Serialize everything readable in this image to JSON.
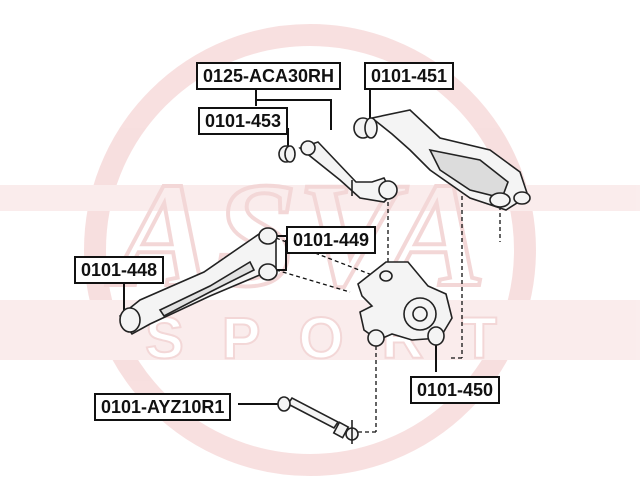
{
  "watermark": {
    "brand": "ASVA",
    "sub": "SPORT",
    "color": "#f2c6c6"
  },
  "colors": {
    "line": "#111111",
    "part_fill": "#f4f4f4",
    "part_stroke": "#222222"
  },
  "labels": {
    "aca30rh": "0125-ACA30RH",
    "p451": "0101-451",
    "p453": "0101-453",
    "p449": "0101-449",
    "p448": "0101-448",
    "p450": "0101-450",
    "ayz10r1": "0101-AYZ10R1"
  }
}
